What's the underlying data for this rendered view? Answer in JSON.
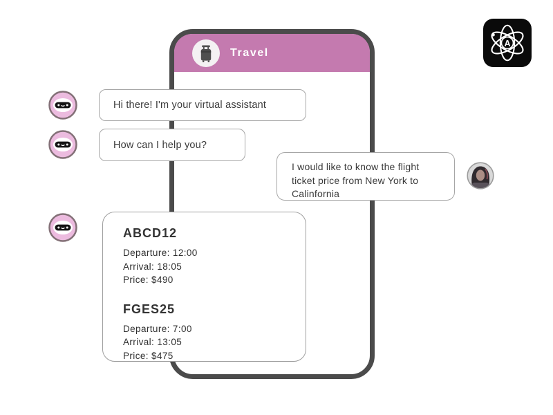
{
  "logo": {
    "letter": "A"
  },
  "header": {
    "title": "Travel"
  },
  "messages": {
    "bot": [
      "Hi there! I'm your virtual assistant",
      "How can I help you?"
    ],
    "user": "I would like to know the flight ticket price from New York to Calinfornia"
  },
  "flights": [
    {
      "code": "ABCD12",
      "details": [
        "Departure: 12:00",
        "Arrival: 18:05",
        "Price: $490"
      ]
    },
    {
      "code": "FGES25",
      "details": [
        "Departure: 7:00",
        "Arrival: 13:05",
        "Price: $475"
      ]
    }
  ],
  "colors": {
    "header_pink": "#c47aaf",
    "avatar_pink": "#ecbbdf",
    "avatar_ring": "#837077",
    "phone_border": "#4b4b4b",
    "bubble_border": "#a6a6a6",
    "logo_black": "#0a0a0a"
  },
  "icons": {
    "header": "luggage-icon",
    "bot_avatar": "robot-face-icon",
    "brand": "atom-icon",
    "user_avatar": "woman-photo-avatar"
  }
}
